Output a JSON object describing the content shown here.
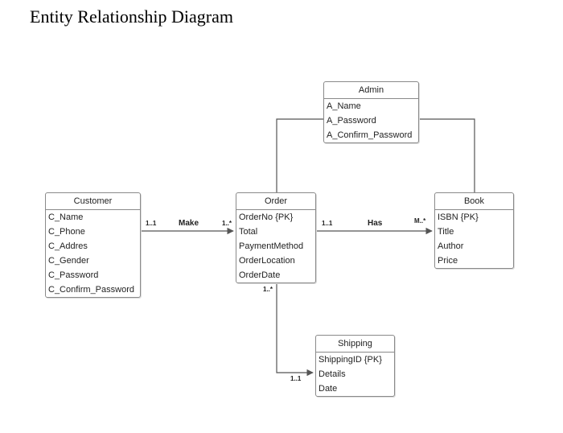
{
  "title": "Entity Relationship Diagram",
  "colors": {
    "line": "#555555",
    "border": "#8a8a8a"
  },
  "entities": {
    "admin": {
      "name": "Admin",
      "attributes": [
        "A_Name",
        "A_Password",
        "A_Confirm_Password"
      ]
    },
    "customer": {
      "name": "Customer",
      "attributes": [
        "C_Name",
        "C_Phone",
        "C_Addres",
        "C_Gender",
        "C_Password",
        "C_Confirm_Password"
      ]
    },
    "order": {
      "name": "Order",
      "attributes": [
        "OrderNo {PK}",
        "Total",
        "PaymentMethod",
        "OrderLocation",
        "OrderDate"
      ]
    },
    "book": {
      "name": "Book",
      "attributes": [
        "ISBN {PK}",
        "Title",
        "Author",
        "Price"
      ]
    },
    "shipping": {
      "name": "Shipping",
      "attributes": [
        "ShippingID {PK}",
        "Details",
        "Date"
      ]
    }
  },
  "relationships": {
    "make": {
      "label": "Make",
      "from_card": "1..1",
      "to_card": "1..*"
    },
    "has": {
      "label": "Has",
      "from_card": "1..1",
      "to_card": "M..*"
    },
    "ships": {
      "from_card": "1..*",
      "to_card": "1..1"
    }
  }
}
